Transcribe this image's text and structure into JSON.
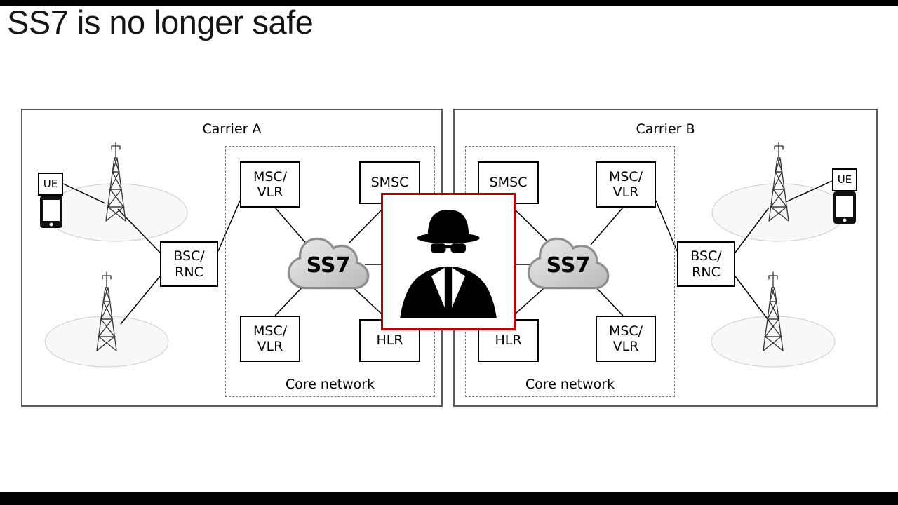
{
  "slide": {
    "title": "SS7 is no longer safe"
  },
  "carrier_a": {
    "title": "Carrier A",
    "core_label": "Core network",
    "ue_label": "UE",
    "msc_vlr_top": "MSC/\nVLR",
    "smsc": "SMSC",
    "bsc_rnc": "BSC/\nRNC",
    "ss7_label": "SS7",
    "msc_vlr_bottom": "MSC/\nVLR",
    "hlr": "HLR"
  },
  "carrier_b": {
    "title": "Carrier B",
    "core_label": "Core network",
    "ue_label": "UE",
    "msc_vlr_top": "MSC/\nVLR",
    "smsc": "SMSC",
    "bsc_rnc": "BSC/\nRNC",
    "ss7_label": "SS7",
    "msc_vlr_bottom": "MSC/\nVLR",
    "hlr": "HLR"
  },
  "attacker": {
    "icon": "spy-icon",
    "highlight_color": "#c00000"
  },
  "colors": {
    "cloud_fill_top": "#ececec",
    "cloud_fill_bottom": "#b9b9b9",
    "cloud_stroke": "#8f8f8f",
    "carrier_border": "#5a5a5a",
    "node_border": "#000000",
    "letterbox": "#000000"
  }
}
